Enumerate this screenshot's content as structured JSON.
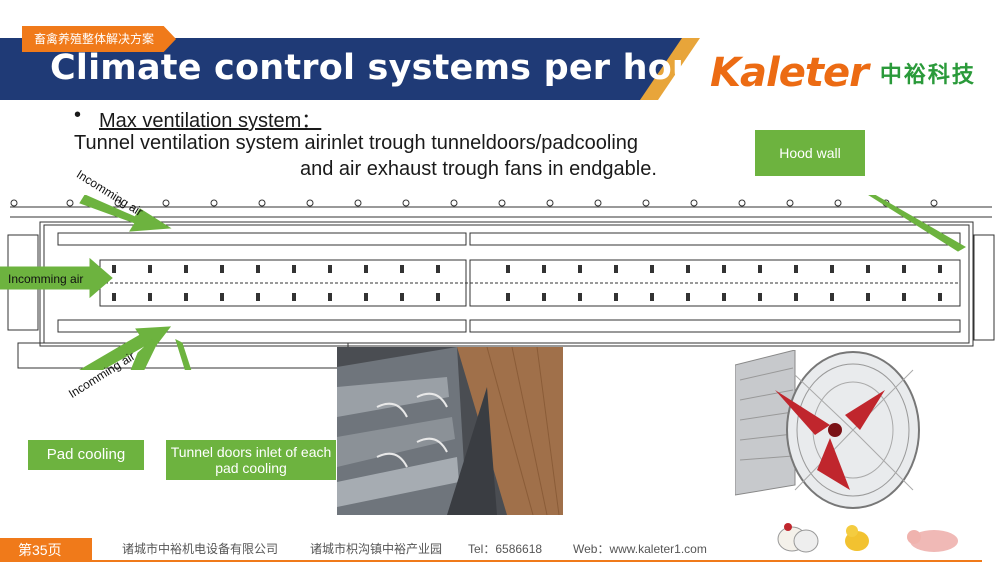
{
  "header": {
    "tag": "畜禽养殖整体解决方案",
    "title": "Climate control systems per house"
  },
  "logo": {
    "en": "Kaleter",
    "cn": "中裕科技",
    "color_en": "#ec6b13",
    "color_cn": "#2a9a3a"
  },
  "content": {
    "bullet_mark": "•",
    "bullet": "Max ventilation system：",
    "desc_line1": "Tunnel ventilation system airinlet trough tunneldoors/padcooling",
    "desc_line2": "and air exhaust trough fans in endgable."
  },
  "callouts": {
    "hood_wall": "Hood wall",
    "pad_cooling": "Pad cooling",
    "tunnel_doors": "Tunnel doors inlet of each pad cooling"
  },
  "arrows": {
    "top": "Incomming air",
    "mid": "Incomming air",
    "bottom": "Incomming air"
  },
  "footer": {
    "page": "第35页",
    "company": "诸城市中裕机电设备有限公司",
    "address": "诸城市枳沟镇中裕产业园",
    "tel": "Tel：6586618",
    "web": "Web：www.kaleter1.com"
  },
  "colors": {
    "navy": "#1f3a76",
    "orange": "#f07a1a",
    "green": "#6db33f"
  }
}
